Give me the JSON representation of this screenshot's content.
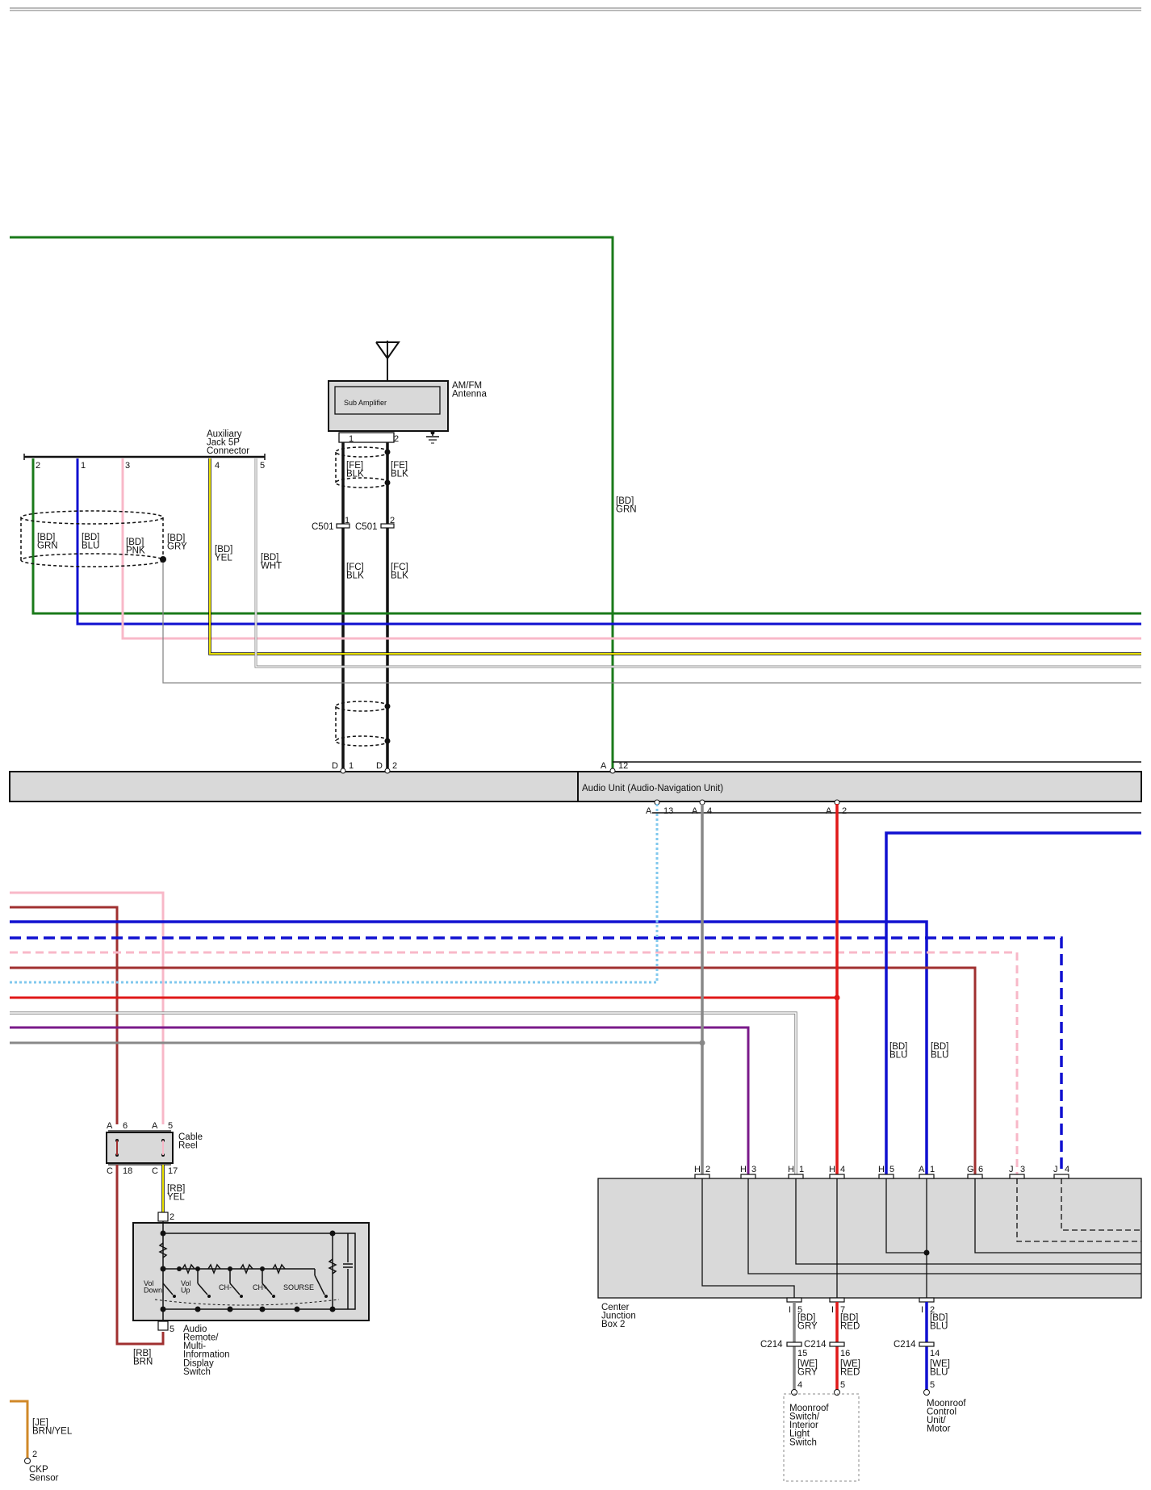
{
  "colors": {
    "GRN": "#1a7a1a",
    "BLU": "#1010d0",
    "PNK": "#f8b8c8",
    "YEL": "#e8e000",
    "GRY": "#888888",
    "BLK": "#111111",
    "WHT": "#9a9a9a",
    "RED": "#e01818",
    "BRN": "#a03030",
    "LTBLU": "#80c8ee",
    "PUR": "#7a1a8a",
    "ORG": "#d08828",
    "BOX": "#d9d9d9"
  },
  "components": {
    "antenna": {
      "name": "AM/FM\nAntenna",
      "inner": "Sub Amplifier"
    },
    "aux_jack": {
      "name": "Auxiliary\nJack 5P\nConnector"
    },
    "audio_unit": {
      "name": "Audio Unit (Audio-Navigation Unit)"
    },
    "cable_reel": {
      "name": "Cable\nReel"
    },
    "remote_switch": {
      "name": "Audio\nRemote/\nMulti-\nInformation\nDisplay\nSwitch",
      "buttons": [
        "Vol\nDown",
        "Vol\nUp",
        "CH-",
        "CH+",
        "SOURSE"
      ]
    },
    "cjb2": {
      "name": "Center\nJunction\nBox 2"
    },
    "moonroof_switch": {
      "name": "Moonroof\nSwitch/\nInterior\nLight\nSwitch"
    },
    "moonroof_motor": {
      "name": "Moonroof\nControl\nUnit/\nMotor"
    },
    "ckp": {
      "name": "CKP\nSensor"
    }
  },
  "wire_labels": {
    "bd_grn_right": "[BD]\nGRN",
    "fe_blk_1": "[FE]\nBLK",
    "fe_blk_2": "[FE]\nBLK",
    "fc_blk_1": "[FC]\nBLK",
    "fc_blk_2": "[FC]\nBLK",
    "bd_grn": "[BD]\nGRN",
    "bd_blu": "[BD]\nBLU",
    "bd_pnk": "[BD]\nPNK",
    "bd_gry": "[BD]\nGRY",
    "bd_yel": "[BD]\nYEL",
    "bd_wht": "[BD]\nWHT",
    "rb_yel": "[RB]\nYEL",
    "rb_brn": "[RB]\nBRN",
    "bd_blu_a": "[BD]\nBLU",
    "bd_blu_b": "[BD]\nBLU",
    "bd_gry_i5": "[BD]\nGRY",
    "bd_red_i7": "[BD]\nRED",
    "bd_blu_i2": "[BD]\nBLU",
    "we_gry": "[WE]\nGRY",
    "we_red": "[WE]\nRED",
    "we_blu": "[WE]\nBLU",
    "je_brnyel": "[JE]\nBRN/YEL"
  },
  "connectors": {
    "c501_left": "C501",
    "c501_right": "C501",
    "c214_a": "C214",
    "c214_b": "C214",
    "c214_c": "C214"
  },
  "pins": {
    "ant_1": "1",
    "ant_2": "2",
    "c501_1": "1",
    "c501_2": "2",
    "aux_2": "2",
    "aux_1": "1",
    "aux_3": "3",
    "aux_4": "4",
    "aux_5": "5",
    "d1_l": "D",
    "d1_n": "1",
    "d2_l": "D",
    "d2_n": "2",
    "a12_l": "A",
    "a12_n": "12",
    "a13_l": "A",
    "a13_n": "13",
    "a4_l": "A",
    "a4_n": "4",
    "a2_l": "A",
    "a2_n": "2",
    "cr_a6_l": "A",
    "cr_a6_n": "6",
    "cr_a5_l": "A",
    "cr_a5_n": "5",
    "cr_c18_l": "C",
    "cr_c18_n": "18",
    "cr_c17_l": "C",
    "cr_c17_n": "17",
    "sw_2": "2",
    "sw_5": "5",
    "h2_l": "H",
    "h2_n": "2",
    "h3_l": "H",
    "h3_n": "3",
    "h1_l": "H",
    "h1_n": "1",
    "h4_l": "H",
    "h4_n": "4",
    "h5_l": "H",
    "h5_n": "5",
    "ja1_l": "A",
    "ja1_n": "1",
    "g6_l": "G",
    "g6_n": "6",
    "j3_l": "J",
    "j3_n": "3",
    "j4_l": "J",
    "j4_n": "4",
    "i5_l": "I",
    "i5_n": "5",
    "i7_l": "I",
    "i7_n": "7",
    "i2_l": "I",
    "i2_n": "2",
    "c214_15": "15",
    "c214_16": "16",
    "c214_14": "14",
    "ms_4": "4",
    "ms_5": "5",
    "mm_5": "5",
    "ckp_2": "2"
  }
}
